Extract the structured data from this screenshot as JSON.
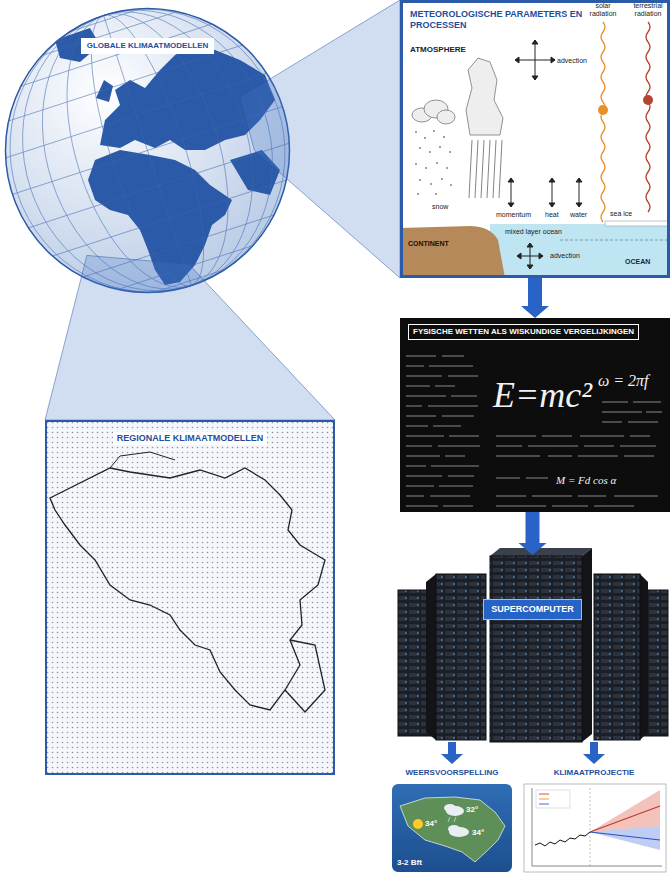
{
  "diagram": {
    "nodes": [
      {
        "text": [
          "GLOBALE KLIMAATMODELLEN"
        ]
      },
      {
        "text": [
          "METEOROLOGISCHE PARAMETERS EN PROCESSEN"
        ]
      },
      {
        "text": [
          "FYSISCHE WETTEN ALS WISKUNDIGE VERGELIJKINGEN"
        ]
      },
      {
        "text": [
          "SUPERCOMPUTER"
        ]
      },
      {
        "text": [
          "WEERSVOORSPELLING"
        ]
      },
      {
        "text": [
          "KLIMAATPROJECTIE"
        ]
      },
      {
        "text": [
          "REGIONALE KLIMAATMODELLEN"
        ]
      }
    ],
    "edges": [
      {
        "from": 0,
        "to": 1,
        "arrow": "none"
      },
      {
        "from": 0,
        "to": 6,
        "arrow": "none"
      },
      {
        "from": 1,
        "to": 2,
        "arrow": "to"
      },
      {
        "from": 2,
        "to": 3,
        "arrow": "to"
      },
      {
        "from": 3,
        "to": 4,
        "arrow": "to"
      },
      {
        "from": 3,
        "to": 5,
        "arrow": "to"
      }
    ],
    "labels": [
      "ATMOSPHERE",
      "solar radiation",
      "terrestrial radiation",
      "advection",
      "snow",
      "momentum",
      "heat",
      "water",
      "sea ice",
      "CONTINENT",
      "mixed layer ocean",
      "advection",
      "OCEAN",
      "E=mc²",
      "ω = 2πf",
      "M = Fd cos α",
      "34°",
      "34°",
      "32°",
      "3-2 Bft"
    ]
  }
}
